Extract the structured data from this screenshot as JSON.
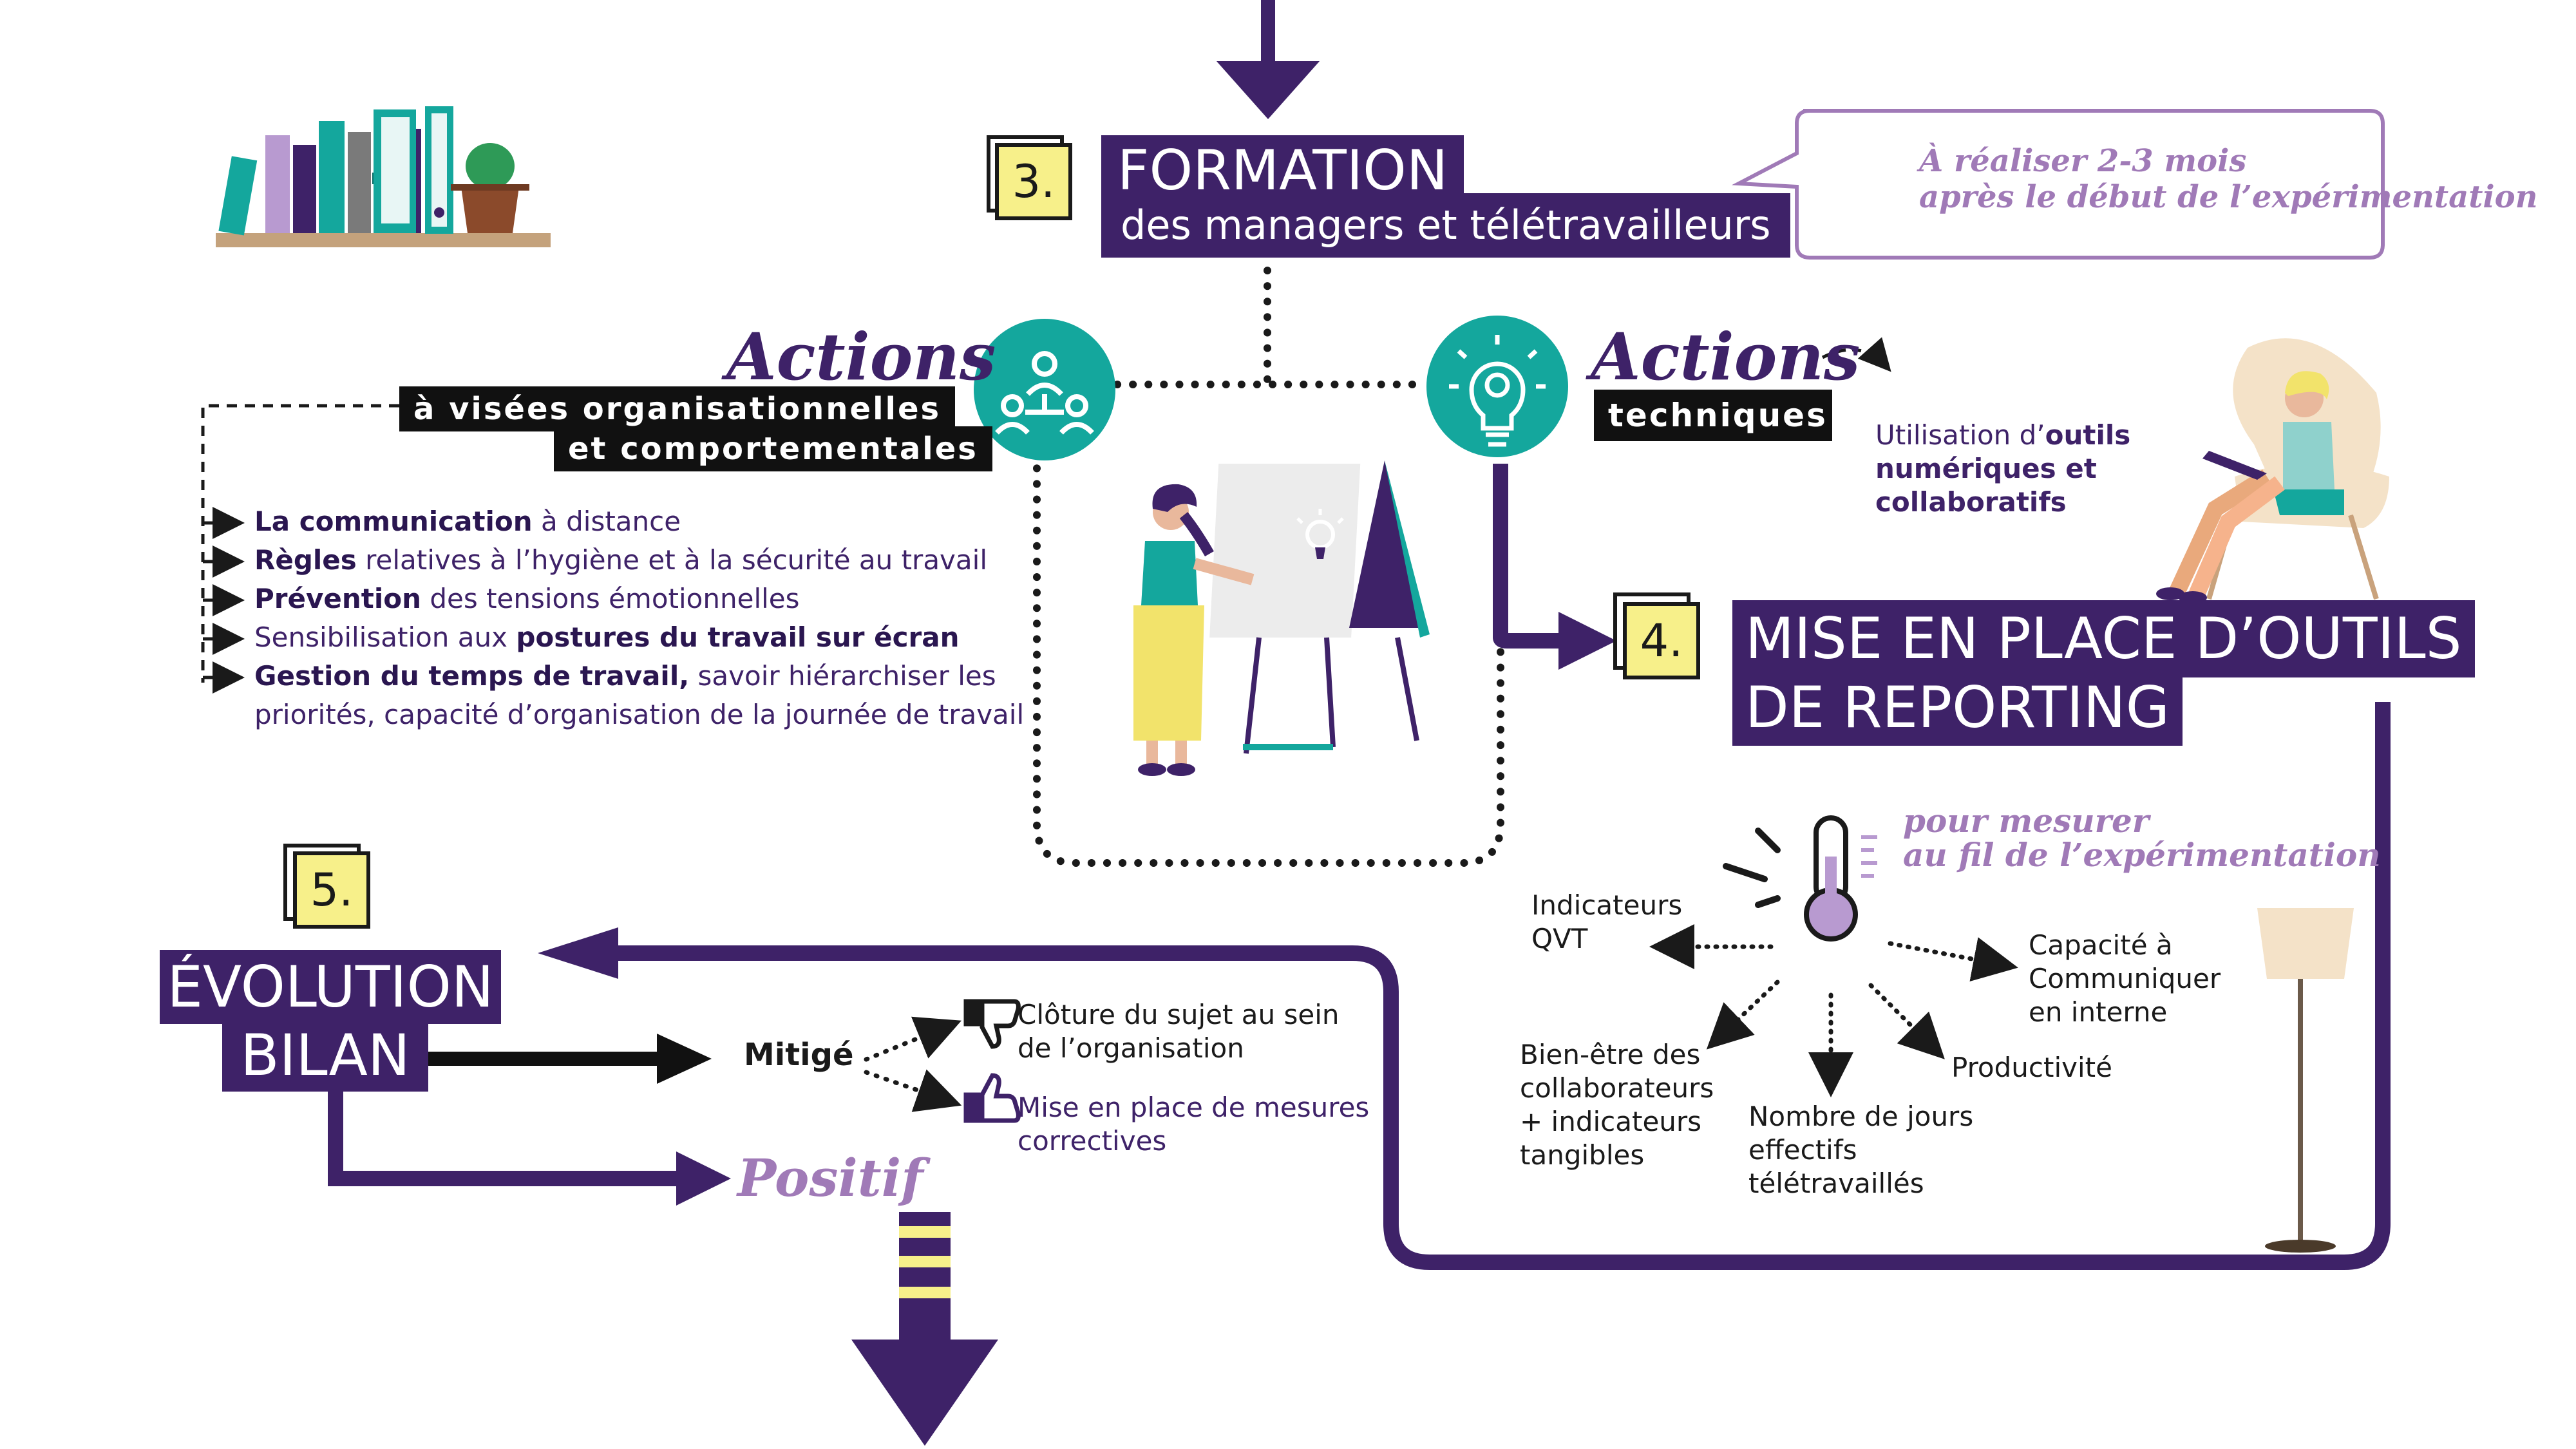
{
  "colors": {
    "purple": "#3e2268",
    "lilac": "#a07ab7",
    "teal": "#14a79d",
    "yellow": "#f7f08a",
    "black": "#111111"
  },
  "step3": {
    "number": "3.",
    "title": "FORMATION",
    "subtitle": "des managers et télétravailleurs",
    "note_line1": "À réaliser 2-3 mois",
    "note_line2": "après le début de l’expérimentation"
  },
  "actions_org": {
    "script": "Actions",
    "tag_line1": "à visées  organisationnelles",
    "tag_line2": "et comportementales",
    "items": [
      {
        "bold": "La communication",
        "rest": " à distance"
      },
      {
        "bold": "Règles",
        "rest": " relatives à l’hygiène et à la sécurité au travail"
      },
      {
        "bold": "Prévention",
        "rest": " des tensions émotionnelles"
      },
      {
        "pre": "Sensibilisation aux ",
        "bold": "postures du travail sur écran",
        "rest": ""
      },
      {
        "bold": "Gestion du temps de travail,",
        "rest": " savoir hiérarchiser les"
      },
      {
        "bold": "",
        "rest": "priorités, capacité d’organisation de la journée de travail"
      }
    ]
  },
  "actions_tech": {
    "script": "Actions",
    "tag": "techniques",
    "desc_pre": "Utilisation d’",
    "desc_bold1": "outils",
    "desc_bold2": "numériques et",
    "desc_bold3": "collaboratifs"
  },
  "step4": {
    "number": "4.",
    "title_line1": "MISE EN PLACE D’OUTILS",
    "title_line2": "DE REPORTING",
    "measure_line1": "pour mesurer",
    "measure_line2": "au fil de l’expérimentation",
    "indicators": {
      "qvt": [
        "Indicateurs",
        "QVT"
      ],
      "capacite": [
        "Capacité à",
        "Communiquer",
        "en interne"
      ],
      "bienetre": [
        "Bien-être des",
        "collaborateurs",
        "+ indicateurs",
        "tangibles"
      ],
      "jours": [
        "Nombre de jours",
        "effectifs",
        "télétravaillés"
      ],
      "productivite": [
        "Productivité"
      ]
    }
  },
  "step5": {
    "number": "5.",
    "title_line1": "ÉVOLUTION",
    "title_line2": "BILAN",
    "mitige": "Mitigé",
    "positif": "Positif",
    "outcome1_line1": "Clôture du sujet au sein",
    "outcome1_line2": "de l’organisation",
    "outcome2_line1": "Mise en place de mesures",
    "outcome2_line2": "correctives"
  },
  "icons": [
    "people-network-icon",
    "lightbulb-gear-icon",
    "clock-icon",
    "thermometer-icon",
    "thumbs-down-icon",
    "thumbs-up-icon",
    "bookshelf-illustration",
    "presenter-illustration",
    "seated-woman-illustration",
    "floor-lamp-illustration"
  ]
}
